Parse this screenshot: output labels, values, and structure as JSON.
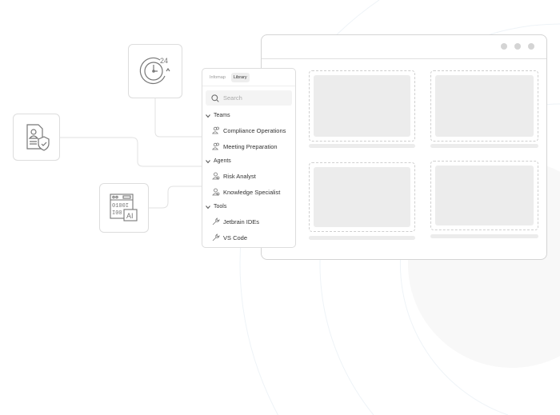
{
  "panel": {
    "tabs": [
      {
        "label": "Infomap",
        "active": false
      },
      {
        "label": "Library",
        "active": true
      }
    ],
    "search_placeholder": "Search",
    "sections": [
      {
        "label": "Teams",
        "items": [
          "Compliance Operations",
          "Meeting Preparation"
        ]
      },
      {
        "label": "Agents",
        "items": [
          "Risk Analyst",
          "Knowledge Specialist"
        ]
      },
      {
        "label": "Tools",
        "items": [
          "Jetbrain IDEs",
          "VS Code"
        ]
      }
    ]
  },
  "icons": {
    "clock_label": "24",
    "ai_label": "AI",
    "binary_rows": [
      "0100I",
      "I00"
    ]
  },
  "colors": {
    "border": "#d4d4d4",
    "placeholder": "#ececec",
    "line": "#e2e2e2"
  }
}
